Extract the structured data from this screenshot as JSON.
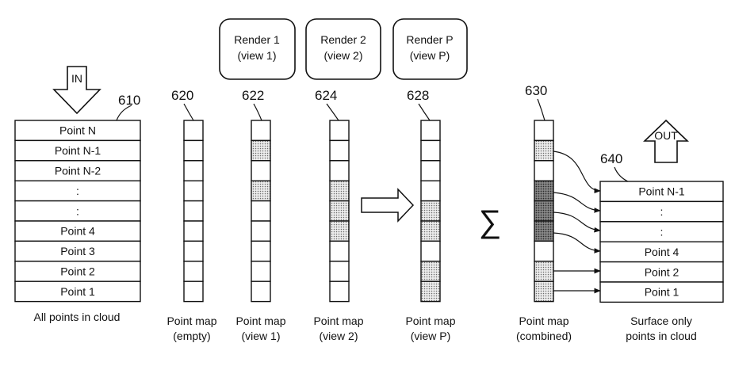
{
  "render_boxes": [
    {
      "line1": "Render 1",
      "line2": "(view 1)"
    },
    {
      "line1": "Render 2",
      "line2": "(view 2)"
    },
    {
      "line1": "Render P",
      "line2": "(view P)"
    }
  ],
  "arrows": {
    "in_label": "IN",
    "out_label": "OUT"
  },
  "ref_numbers": {
    "cloud": "610",
    "map_empty": "620",
    "map_view1": "622",
    "map_view2": "624",
    "map_viewP": "628",
    "map_combined": "630",
    "surface": "640"
  },
  "cloud_list": [
    "Point N",
    "Point N-1",
    "Point N-2",
    ":",
    ":",
    "Point 4",
    "Point 3",
    "Point 2",
    "Point 1"
  ],
  "surface_list": [
    "Point N-1",
    ":",
    ":",
    "Point 4",
    "Point 2",
    "Point 1"
  ],
  "point_maps": {
    "empty": {
      "cells": [
        "",
        "",
        "",
        "",
        "",
        "",
        "",
        "",
        ""
      ]
    },
    "view1": {
      "cells": [
        "",
        "light",
        "",
        "light",
        "",
        "",
        "",
        "",
        ""
      ]
    },
    "view2": {
      "cells": [
        "",
        "",
        "",
        "light",
        "light",
        "light",
        "",
        "",
        ""
      ]
    },
    "viewP": {
      "cells": [
        "",
        "",
        "",
        "",
        "light",
        "light",
        "",
        "light",
        "light"
      ]
    },
    "combined": {
      "cells": [
        "",
        "light",
        "",
        "dark",
        "dark",
        "dark",
        "",
        "light",
        "light"
      ]
    }
  },
  "sum_symbol": "∑",
  "captions": {
    "cloud": "All points in cloud",
    "empty": [
      "Point map",
      "(empty)"
    ],
    "view1": [
      "Point map",
      "(view 1)"
    ],
    "view2": [
      "Point map",
      "(view 2)"
    ],
    "viewP": [
      "Point map",
      "(view P)"
    ],
    "combined": [
      "Point map",
      "(combined)"
    ],
    "surface": [
      "Surface only",
      "points in cloud"
    ]
  }
}
